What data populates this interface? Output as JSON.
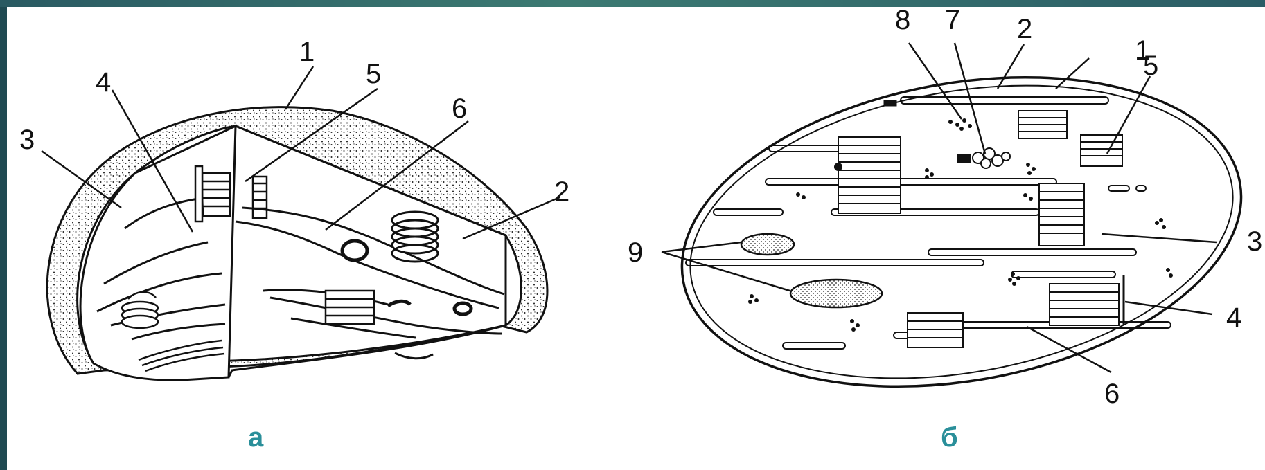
{
  "panel_a": {
    "caption": "а",
    "labels": [
      "1",
      "2",
      "3",
      "4",
      "5",
      "6"
    ]
  },
  "panel_b": {
    "caption": "б",
    "labels": [
      "1",
      "2",
      "3",
      "4",
      "5",
      "6",
      "7",
      "8",
      "9"
    ]
  },
  "colors": {
    "frame": "#1f4a52",
    "caption": "#2a8f9a",
    "line": "#111111",
    "background": "#ffffff"
  }
}
